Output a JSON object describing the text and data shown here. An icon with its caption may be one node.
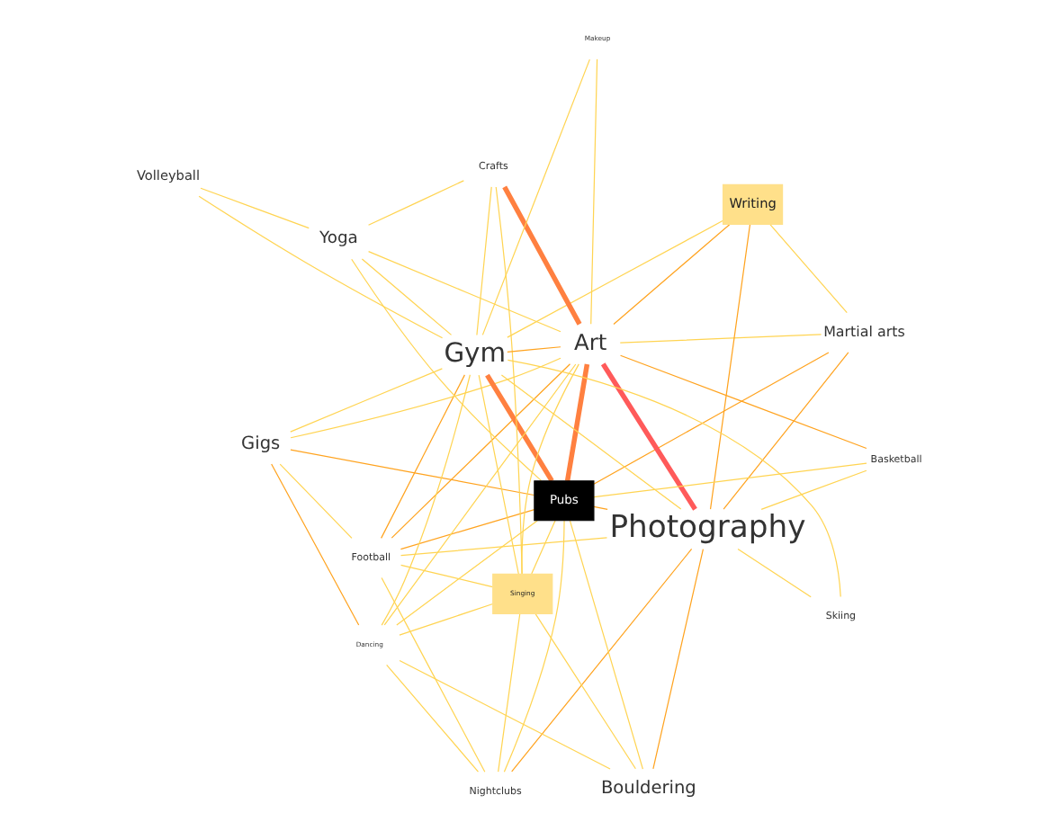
{
  "diagram": {
    "nodes": [
      {
        "text": [
          "Martial arts"
        ]
      },
      {
        "text": [
          "Nightclubs"
        ]
      },
      {
        "text": [
          "Writing"
        ]
      },
      {
        "text": [
          "Bouldering"
        ]
      },
      {
        "text": [
          "Football"
        ]
      },
      {
        "text": [
          "Photography"
        ]
      },
      {
        "text": [
          "Basketball"
        ]
      },
      {
        "text": [
          "Yoga"
        ]
      },
      {
        "text": [
          "Gigs"
        ]
      },
      {
        "text": [
          "Pubs"
        ]
      },
      {
        "text": [
          "Singing"
        ]
      },
      {
        "text": [
          "Gym"
        ]
      },
      {
        "text": [
          "Art"
        ]
      },
      {
        "text": [
          "Skiing"
        ]
      },
      {
        "text": [
          "Dancing"
        ]
      },
      {
        "text": [
          "Crafts"
        ]
      },
      {
        "text": [
          "Makeup"
        ]
      },
      {
        "text": [
          "Volleyball"
        ]
      }
    ],
    "edges": [
      {
        "from": 5,
        "to": 12,
        "arrow": "none",
        "style": "thick",
        "color": "#ff5a5a"
      },
      {
        "from": 9,
        "to": 12,
        "arrow": "none",
        "style": "thick",
        "color": "#ff8040"
      },
      {
        "from": 9,
        "to": 11,
        "arrow": "none",
        "style": "thick",
        "color": "#ff8040"
      },
      {
        "from": 12,
        "to": 15,
        "arrow": "none",
        "style": "thick",
        "color": "#ff8040"
      },
      {
        "from": 2,
        "to": 12,
        "arrow": "none",
        "color": "#ffa31f"
      },
      {
        "from": 2,
        "to": 5,
        "arrow": "none",
        "color": "#ffa31f"
      },
      {
        "from": 2,
        "to": 0,
        "arrow": "none"
      },
      {
        "from": 2,
        "to": 11,
        "arrow": "none"
      },
      {
        "from": 0,
        "to": 5,
        "arrow": "none",
        "color": "#ffa31f"
      },
      {
        "from": 0,
        "to": 12,
        "arrow": "none"
      },
      {
        "from": 0,
        "to": 9,
        "arrow": "none",
        "color": "#ffa31f"
      },
      {
        "from": 1,
        "to": 5,
        "arrow": "none",
        "color": "#ffa31f"
      },
      {
        "from": 1,
        "to": 4,
        "arrow": "none"
      },
      {
        "from": 1,
        "to": 10,
        "arrow": "none"
      },
      {
        "from": 1,
        "to": 14,
        "arrow": "none"
      },
      {
        "from": 1,
        "to": 9,
        "arrow": "none"
      },
      {
        "from": 3,
        "to": 5,
        "arrow": "none",
        "color": "#ffa31f"
      },
      {
        "from": 3,
        "to": 9,
        "arrow": "none"
      },
      {
        "from": 3,
        "to": 10,
        "arrow": "none"
      },
      {
        "from": 3,
        "to": 14,
        "arrow": "none"
      },
      {
        "from": 4,
        "to": 12,
        "arrow": "none",
        "color": "#ffa31f"
      },
      {
        "from": 4,
        "to": 11,
        "arrow": "none",
        "color": "#ffa31f"
      },
      {
        "from": 4,
        "to": 9,
        "arrow": "none",
        "color": "#ffa31f"
      },
      {
        "from": 4,
        "to": 5,
        "arrow": "none"
      },
      {
        "from": 4,
        "to": 10,
        "arrow": "none"
      },
      {
        "from": 4,
        "to": 8,
        "arrow": "none"
      },
      {
        "from": 6,
        "to": 12,
        "arrow": "none",
        "color": "#ffa31f"
      },
      {
        "from": 6,
        "to": 9,
        "arrow": "none"
      },
      {
        "from": 6,
        "to": 5,
        "arrow": "none"
      },
      {
        "from": 13,
        "to": 11,
        "arrow": "none"
      },
      {
        "from": 13,
        "to": 5,
        "arrow": "none"
      },
      {
        "from": 16,
        "to": 12,
        "arrow": "none"
      },
      {
        "from": 16,
        "to": 11,
        "arrow": "none"
      },
      {
        "from": 17,
        "to": 11,
        "arrow": "none"
      },
      {
        "from": 17,
        "to": 7,
        "arrow": "none"
      },
      {
        "from": 14,
        "to": 8,
        "arrow": "none",
        "color": "#ffa31f"
      },
      {
        "from": 14,
        "to": 12,
        "arrow": "none"
      },
      {
        "from": 14,
        "to": 11,
        "arrow": "none"
      },
      {
        "from": 14,
        "to": 9,
        "arrow": "none"
      },
      {
        "from": 14,
        "to": 10,
        "arrow": "none"
      },
      {
        "from": 10,
        "to": 11,
        "arrow": "none"
      },
      {
        "from": 10,
        "to": 12,
        "arrow": "none"
      },
      {
        "from": 10,
        "to": 9,
        "arrow": "none"
      },
      {
        "from": 10,
        "to": 15,
        "arrow": "none"
      },
      {
        "from": 7,
        "to": 11,
        "arrow": "none"
      },
      {
        "from": 7,
        "to": 12,
        "arrow": "none"
      },
      {
        "from": 7,
        "to": 9,
        "arrow": "none"
      },
      {
        "from": 7,
        "to": 15,
        "arrow": "none"
      },
      {
        "from": 8,
        "to": 9,
        "arrow": "none",
        "color": "#ffa31f"
      },
      {
        "from": 8,
        "to": 12,
        "arrow": "none"
      },
      {
        "from": 8,
        "to": 11,
        "arrow": "none"
      },
      {
        "from": 15,
        "to": 11,
        "arrow": "none"
      },
      {
        "from": 11,
        "to": 12,
        "arrow": "none",
        "color": "#ffa31f"
      },
      {
        "from": 11,
        "to": 5,
        "arrow": "none"
      },
      {
        "from": 9,
        "to": 5,
        "arrow": "none",
        "color": "#ffa31f"
      }
    ]
  }
}
